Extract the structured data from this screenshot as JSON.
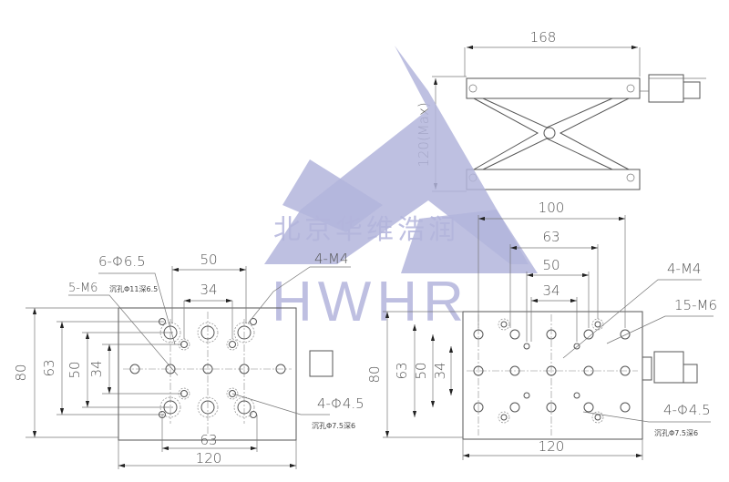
{
  "top_view": {
    "width_label": "168",
    "height_label": "120(Max)"
  },
  "left_view": {
    "dims": {
      "w50": "50",
      "w34": "34",
      "w63": "63",
      "w120": "120",
      "h80": "80",
      "h63": "63",
      "h50": "50",
      "h34": "34"
    },
    "callouts": {
      "counterbore_large": "6-Φ6.5",
      "counterbore_large_note": "沉孔Φ11深6.5",
      "m6": "5-M6",
      "m4": "4-M4",
      "through_small": "4-Φ4.5",
      "through_small_note": "沉孔Φ7.5深6"
    }
  },
  "right_view": {
    "dims": {
      "w100": "100",
      "w63": "63",
      "w50": "50",
      "w34": "34",
      "w120": "120",
      "h80": "80",
      "h63": "63",
      "h50": "50",
      "h34": "34"
    },
    "callouts": {
      "m4": "4-M4",
      "m6": "15-M6",
      "through_small": "4-Φ4.5",
      "through_small_note": "沉孔Φ7.5深6"
    }
  },
  "watermark": {
    "brand": "HWHR",
    "brand_cn": "北京华维浩润",
    "color": "#b3b5dc"
  }
}
